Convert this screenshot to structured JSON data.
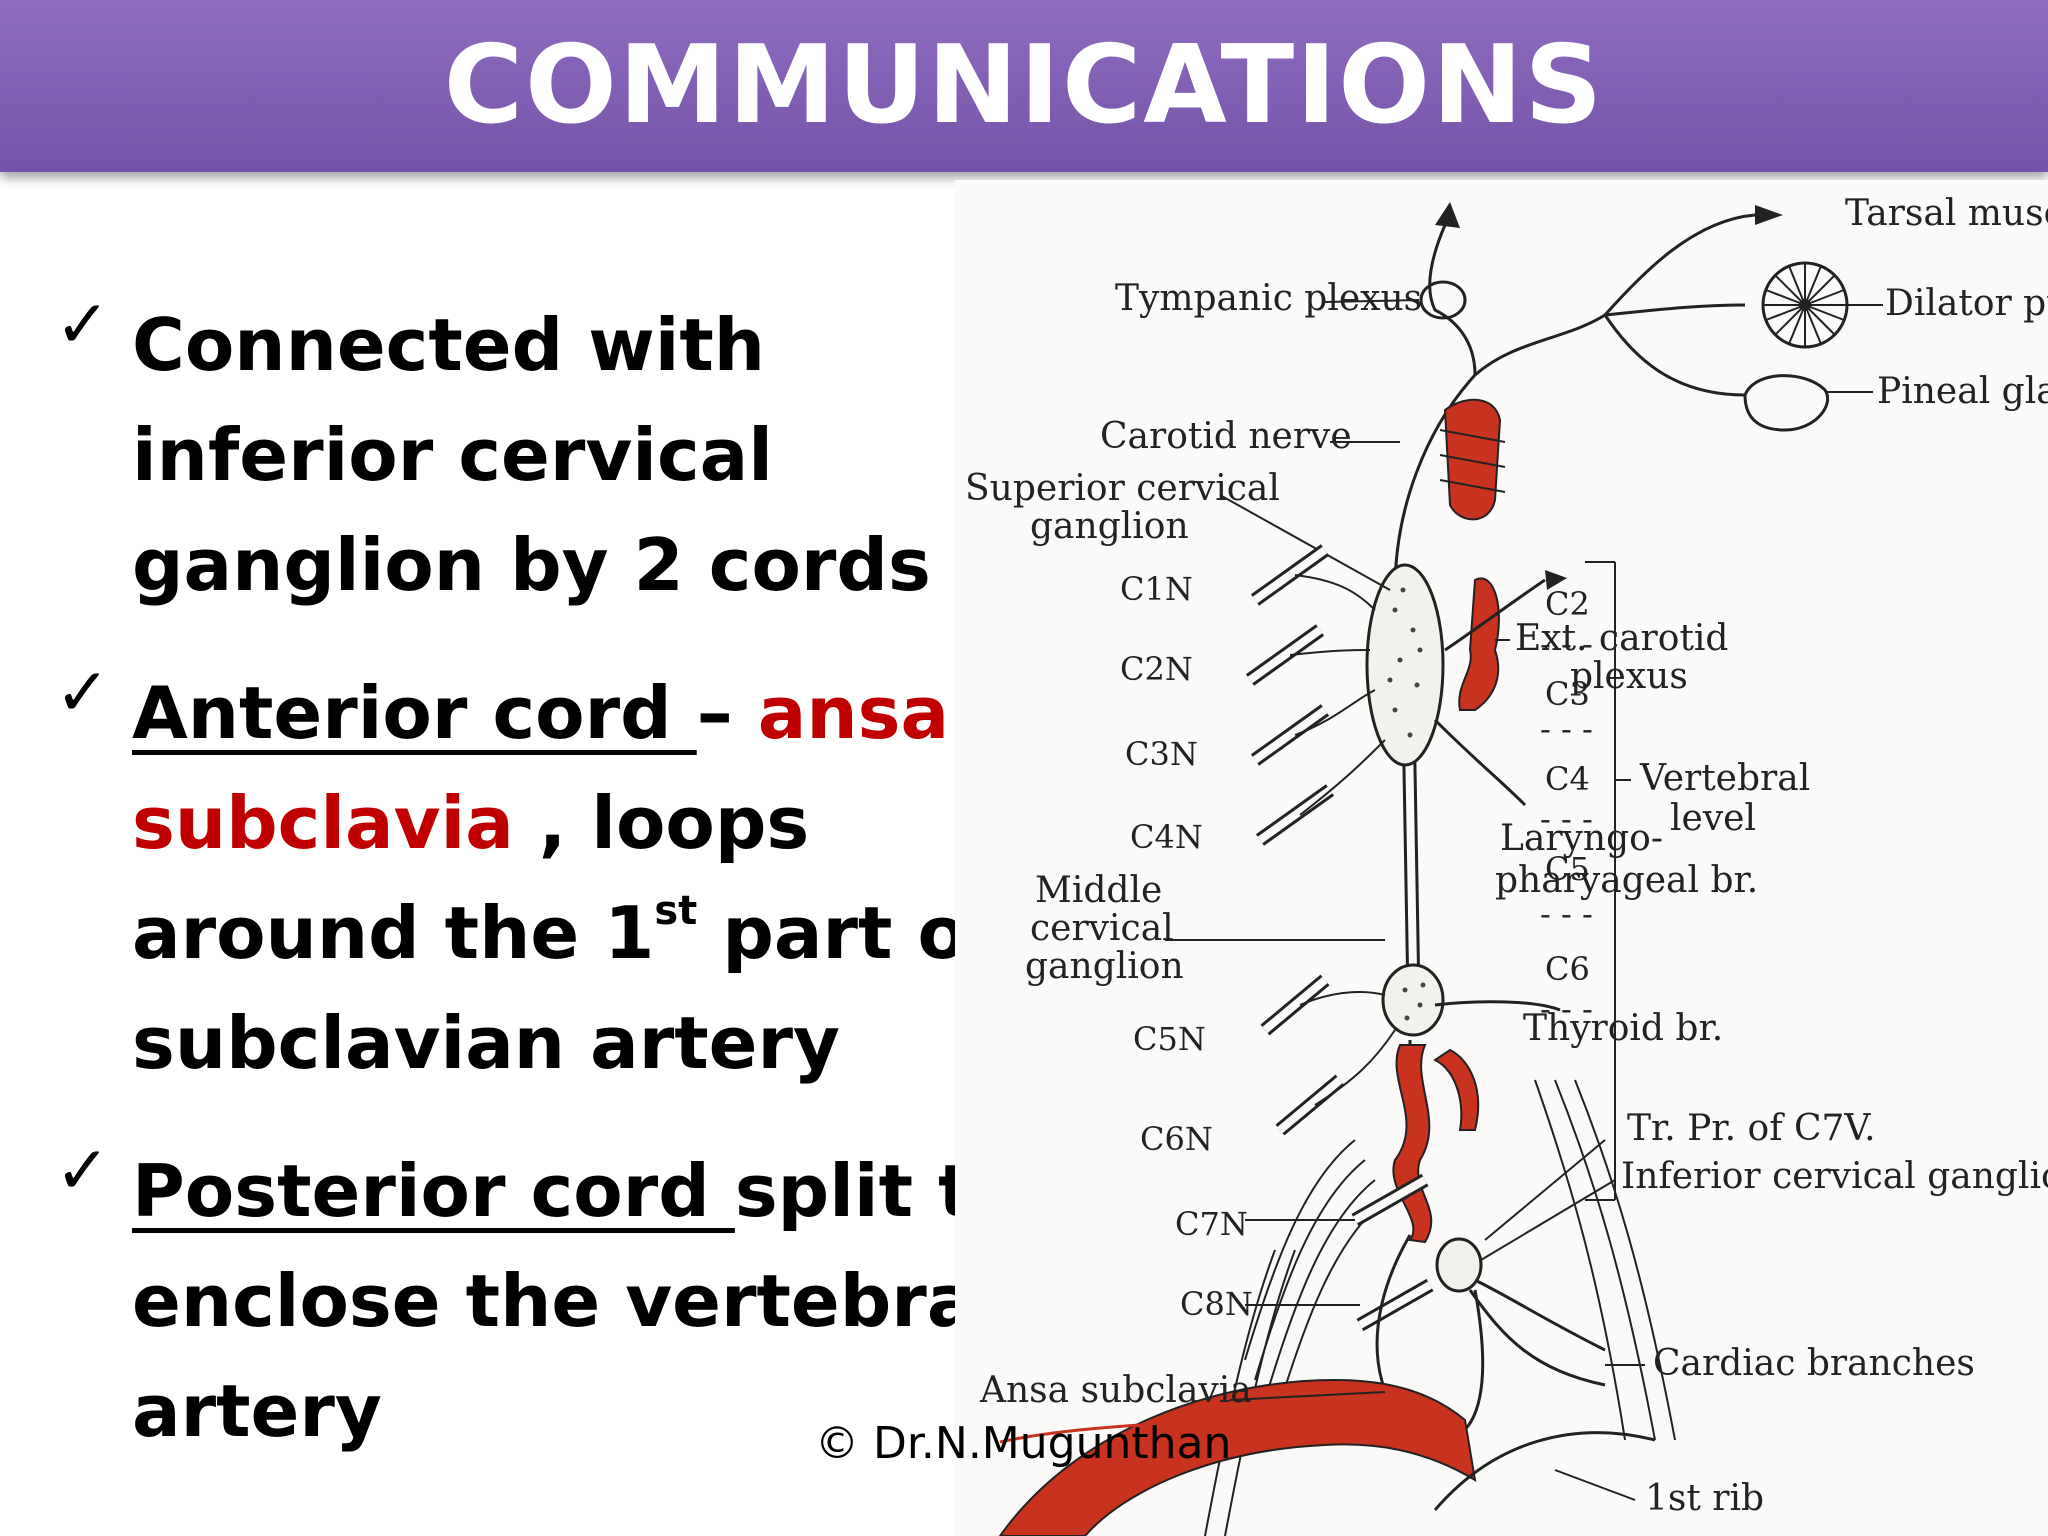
{
  "title": "COMMUNICATIONS",
  "bullets": {
    "b1": {
      "l1": "Connected with",
      "l2": "inferior cervical",
      "l3": "ganglion by 2 cords"
    },
    "b2": {
      "u": "Anterior cord ",
      "dash": "– ",
      "red1": "ansa",
      "red2": "subclavia",
      "rest2": " , loops",
      "l3a": "around the 1",
      "l3sup": "st",
      "l3b": " part of",
      "l4": "subclavian artery"
    },
    "b3": {
      "u": "Posterior cord ",
      "rest1": "split to",
      "l2": "enclose the vertebral",
      "l3": "artery"
    },
    "check": "✓"
  },
  "diagram": {
    "labels": {
      "tarsal": "Tarsal muscles",
      "tympanic": "Tympanic plexus",
      "dilator": "Dilator pupillae",
      "pineal": "Pineal gland",
      "carotid_nerve": "Carotid nerve",
      "sup_cerv1": "Superior cervical",
      "sup_cerv2": "ganglion",
      "ext_carotid1": "Ext. carotid",
      "ext_carotid2": "plexus",
      "laryngo1": "Laryngo-",
      "laryngo2": "pharyageal br.",
      "middle1": "Middle",
      "middle2": "cervical",
      "middle3": "ganglion",
      "thyroid": "Thyroid br.",
      "tr_pr": "Tr. Pr. of C7V.",
      "inf_cerv": "Inferior cervical ganglion",
      "cardiac": "Cardiac branches",
      "ansa": "Ansa subclavia",
      "first_rib": "1st rib",
      "vertebral1": "Vertebral",
      "vertebral2": "level",
      "dash": "- - -"
    },
    "nerves": [
      "C1N",
      "C2N",
      "C3N",
      "C4N",
      "C5N",
      "C6N",
      "C7N",
      "C8N"
    ],
    "levels": [
      "C2",
      "C3",
      "C4",
      "C5",
      "C6"
    ],
    "colors": {
      "artery": "#c8321e",
      "ink": "#222222",
      "title_bar": "#7f5fb4",
      "highlight_text": "#c00000"
    }
  },
  "copyright": "© Dr.N.Mugunthan"
}
